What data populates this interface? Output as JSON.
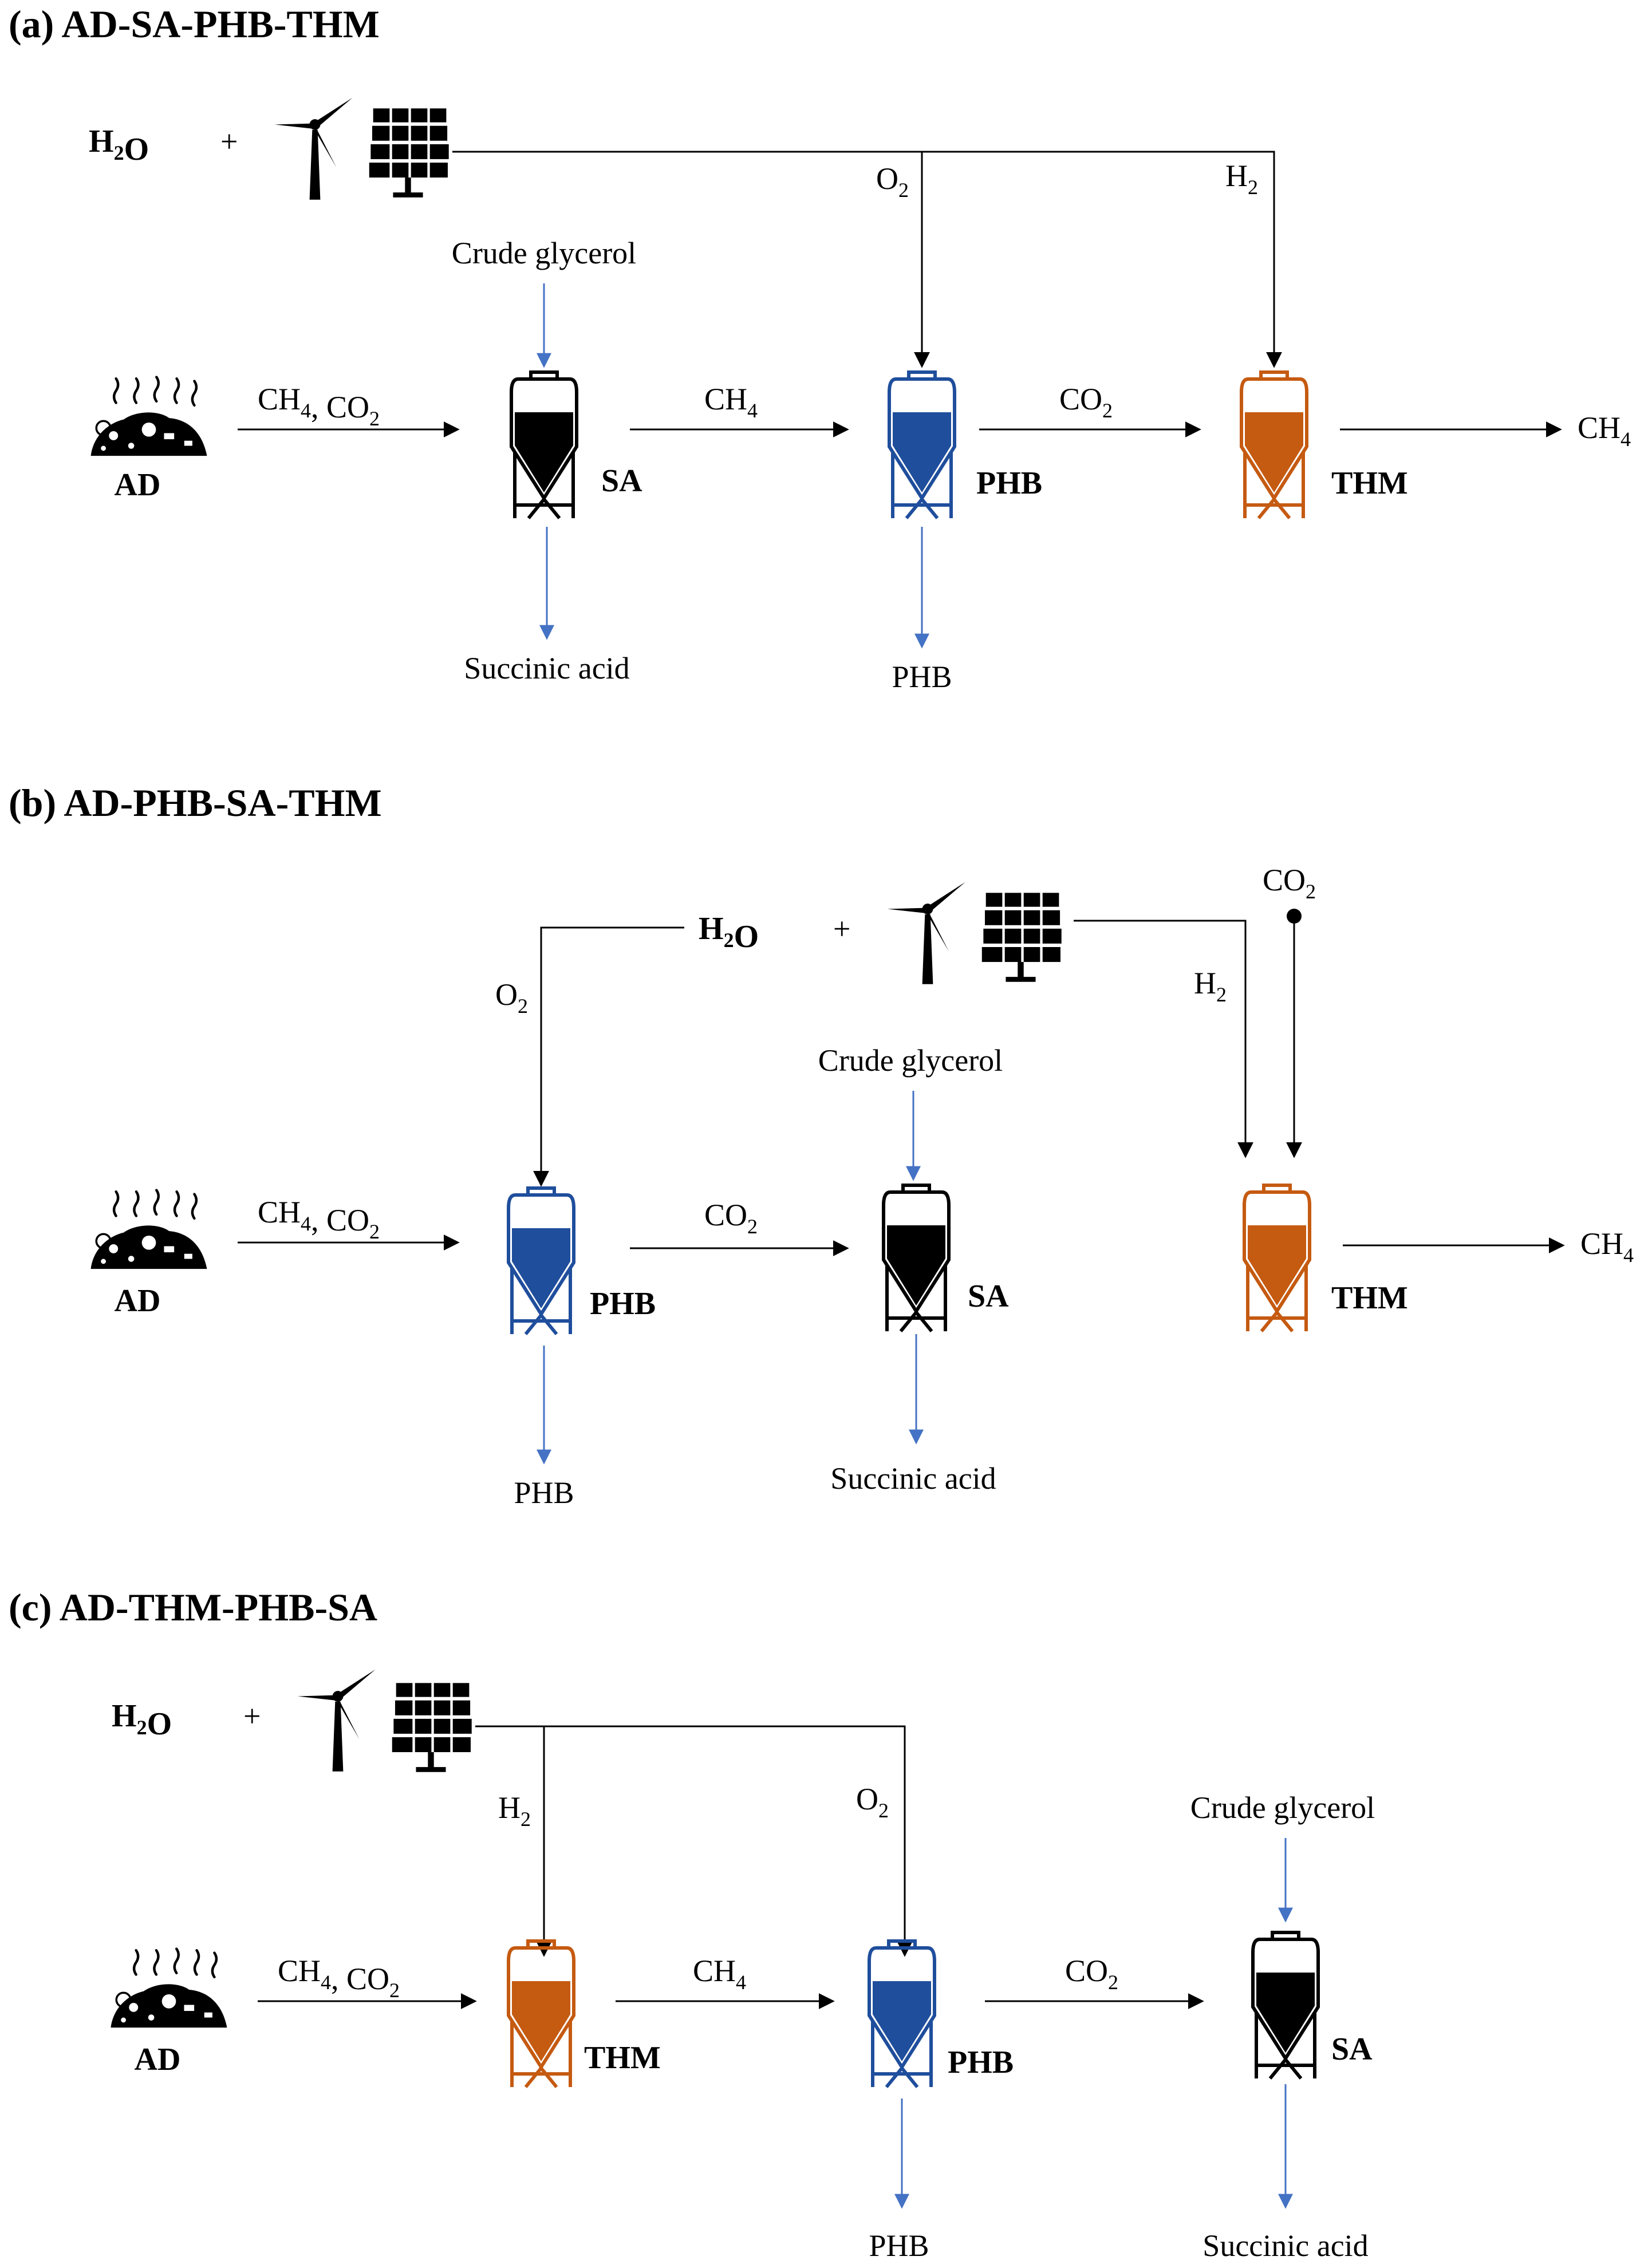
{
  "colors": {
    "sa": "#000000",
    "phb": "#1f4e9c",
    "thm": "#c55a11",
    "blue_arrow": "#4472c4",
    "line": "#000000"
  },
  "icons": [
    "wind-turbine-icon",
    "solar-panel-icon",
    "anaerobic-digestion-waste-icon",
    "bioreactor-tank-icon"
  ],
  "panels": [
    {
      "title": "(a) AD-SA-PHB-THM",
      "h2o": {
        "main": "H",
        "sub": "2",
        "tail": "O"
      },
      "plus": "+",
      "o2": {
        "main": "O",
        "sub": "2"
      },
      "h2": {
        "main": "H",
        "sub": "2"
      },
      "glycerol": "Crude glycerol",
      "ad": "AD",
      "stream1": {
        "a": "CH",
        "a_sub": "4",
        "b": ", CO",
        "b_sub": "2"
      },
      "stream2": {
        "a": "CH",
        "a_sub": "4"
      },
      "stream3": {
        "a": "CO",
        "a_sub": "2"
      },
      "out": {
        "a": "CH",
        "a_sub": "4"
      },
      "reactors": [
        "SA",
        "PHB",
        "THM"
      ],
      "product1": "Succinic acid",
      "product2": "PHB"
    },
    {
      "title": "(b) AD-PHB-SA-THM",
      "h2o": {
        "main": "H",
        "sub": "2",
        "tail": "O"
      },
      "plus": "+",
      "o2": {
        "main": "O",
        "sub": "2"
      },
      "h2": {
        "main": "H",
        "sub": "2"
      },
      "co2": {
        "main": "CO",
        "sub": "2"
      },
      "glycerol": "Crude glycerol",
      "ad": "AD",
      "stream1": {
        "a": "CH",
        "a_sub": "4",
        "b": ", CO",
        "b_sub": "2"
      },
      "stream2": {
        "a": "CO",
        "a_sub": "2"
      },
      "out": {
        "a": "CH",
        "a_sub": "4"
      },
      "reactors": [
        "PHB",
        "SA",
        "THM"
      ],
      "product1": "PHB",
      "product2": "Succinic acid"
    },
    {
      "title": "(c) AD-THM-PHB-SA",
      "h2o": {
        "main": "H",
        "sub": "2",
        "tail": "O"
      },
      "plus": "+",
      "h2": {
        "main": "H",
        "sub": "2"
      },
      "o2": {
        "main": "O",
        "sub": "2"
      },
      "glycerol": "Crude glycerol",
      "ad": "AD",
      "stream1": {
        "a": "CH",
        "a_sub": "4",
        "b": ", CO",
        "b_sub": "2"
      },
      "stream2": {
        "a": "CH",
        "a_sub": "4"
      },
      "stream3": {
        "a": "CO",
        "a_sub": "2"
      },
      "reactors": [
        "THM",
        "PHB",
        "SA"
      ],
      "product1": "PHB",
      "product2": "Succinic acid"
    }
  ]
}
